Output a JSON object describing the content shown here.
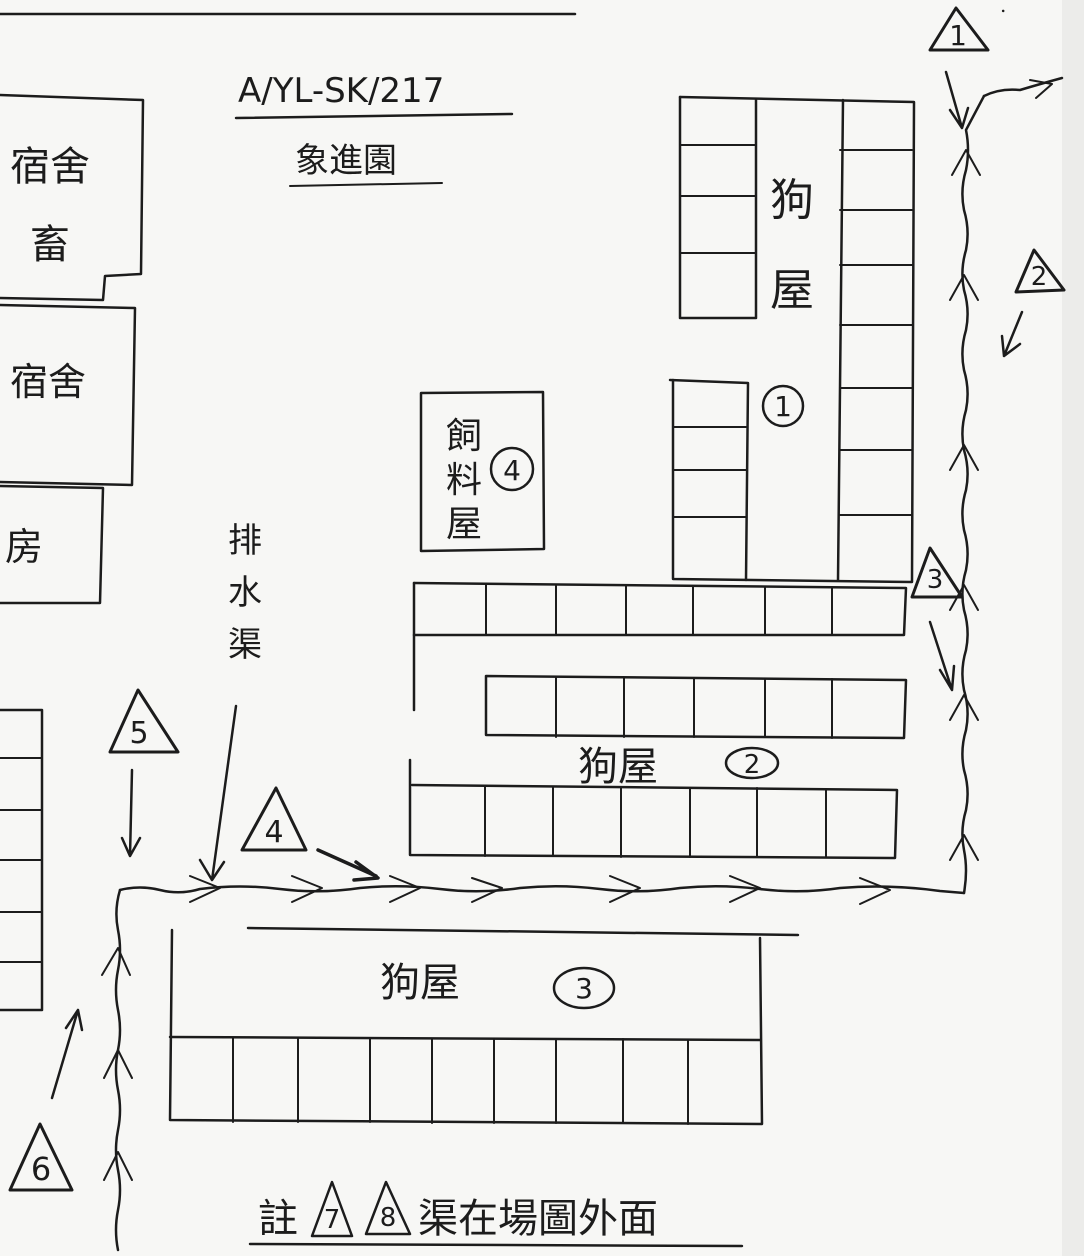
{
  "header": {
    "reference": "A/YL-SK/217",
    "farm_name": "象進園"
  },
  "buildings": {
    "dorm_top": {
      "line1": "宿舍",
      "line2": "畜"
    },
    "dorm_mid": {
      "line1": "宿舍"
    },
    "room_left": {
      "label": "房"
    },
    "feed_shed": {
      "label": "飼料屋",
      "number": "4"
    },
    "kennel_1": {
      "label": "狗屋",
      "number": "1"
    },
    "kennel_2": {
      "label": "狗屋",
      "number": "2"
    },
    "kennel_3": {
      "label": "狗屋",
      "number": "3"
    }
  },
  "drain": {
    "label": "排水渠"
  },
  "points": [
    "1",
    "2",
    "3",
    "4",
    "5",
    "6"
  ],
  "footer": {
    "prefix": "註",
    "p7": "7",
    "p8": "8",
    "suffix": "渠在場圖外面"
  },
  "corner_mark": "."
}
